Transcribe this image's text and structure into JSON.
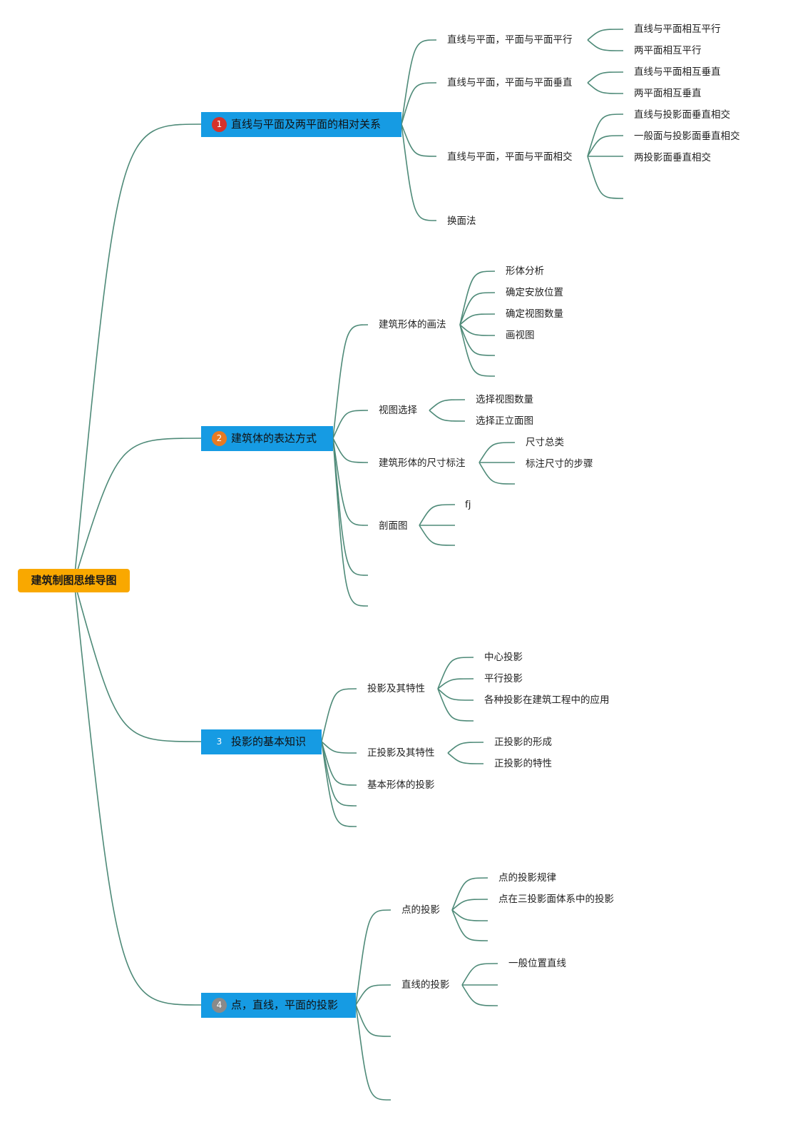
{
  "root": "建筑制图思维导图",
  "branches": [
    {
      "label": "直线与平面及两平面的相对关系",
      "badge": "1",
      "badge_color": "#d6322a",
      "subtopics": [
        {
          "label": "直线与平面，平面与平面平行",
          "children": [
            "直线与平面相互平行",
            "两平面相互平行"
          ]
        },
        {
          "label": "直线与平面，平面与平面垂直",
          "children": [
            "直线与平面相互垂直",
            "两平面相互垂直"
          ]
        },
        {
          "label": "直线与平面，平面与平面相交",
          "children": [
            "直线与投影面垂直相交",
            "一般面与投影面垂直相交",
            "两投影面垂直相交",
            ""
          ]
        },
        {
          "label": "换面法",
          "children": []
        }
      ]
    },
    {
      "label": "建筑体的表达方式",
      "badge": "2",
      "badge_color": "#e77a22",
      "subtopics": [
        {
          "label": "建筑形体的画法",
          "children": [
            "形体分析",
            "确定安放位置",
            "确定视图数量",
            "画视图",
            "",
            ""
          ]
        },
        {
          "label": "视图选择",
          "children": [
            "选择视图数量",
            "选择正立面图"
          ]
        },
        {
          "label": "建筑形体的尺寸标注",
          "children": [
            "尺寸总类",
            "标注尺寸的步骤",
            ""
          ]
        },
        {
          "label": "剖面图",
          "children": [
            "fj",
            "",
            ""
          ]
        },
        {
          "label": "",
          "children": []
        },
        {
          "label": "",
          "children": []
        }
      ]
    },
    {
      "label": "投影的基本知识",
      "badge": "3",
      "badge_color": "#169be3",
      "subtopics": [
        {
          "label": "投影及其特性",
          "children": [
            "中心投影",
            "平行投影",
            "各种投影在建筑工程中的应用",
            ""
          ]
        },
        {
          "label": "正投影及其特性",
          "children": [
            "正投影的形成",
            "正投影的特性"
          ]
        },
        {
          "label": "基本形体的投影",
          "children": []
        },
        {
          "label": "",
          "children": []
        },
        {
          "label": "",
          "children": []
        }
      ]
    },
    {
      "label": "点，直线，平面的投影",
      "badge": "4",
      "badge_color": "#8a8a8a",
      "subtopics": [
        {
          "label": "点的投影",
          "children": [
            "点的投影规律",
            "点在三投影面体系中的投影",
            "",
            ""
          ]
        },
        {
          "label": "直线的投影",
          "children": [
            "一般位置直线",
            "",
            ""
          ]
        },
        {
          "label": "",
          "children": []
        },
        {
          "label": "",
          "children": []
        }
      ]
    }
  ]
}
